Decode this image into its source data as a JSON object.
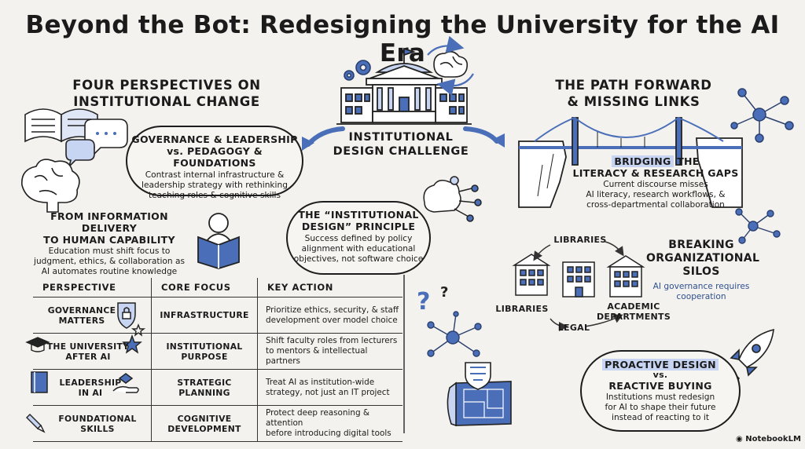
{
  "title": "Beyond the Bot: Redesigning the University for the AI Era",
  "left_header": {
    "line1": "FOUR PERSPECTIVES ON",
    "line2": "INSTITUTIONAL CHANGE"
  },
  "right_header": {
    "line1": "THE PATH FORWARD",
    "line2": "& MISSING LINKS"
  },
  "center": {
    "line1": "INSTITUTIONAL",
    "line2": "DESIGN CHALLENGE"
  },
  "governance_cloud": {
    "title1": "GOVERNANCE & LEADERSHIP",
    "title2": "vs. PEDAGOGY & FOUNDATIONS",
    "body1": "Contrast internal infrastructure &",
    "body2": "leadership strategy with rethinking",
    "body3": "teaching roles & cognitive skills"
  },
  "info_delivery": {
    "title1": "FROM INFORMATION DELIVERY",
    "title2": "TO HUMAN CAPABILITY",
    "body1": "Education must shift focus to",
    "body2": "judgment, ethics, & collaboration as",
    "body3": "AI automates routine knowledge"
  },
  "principle_cloud": {
    "title1": "THE “INSTITUTIONAL",
    "title2": "DESIGN” PRINCIPLE",
    "body1": "Success defined by policy",
    "body2": "alignment with educational",
    "body3": "objectives, not software choice"
  },
  "bridging": {
    "title_hl": "BRIDGING",
    "title_rest": " THE",
    "title2": "LITERACY & RESEARCH GAPS",
    "body1": "Current discourse misses",
    "body2": "AI literacy, research workflows, &",
    "body3": "cross-departmental collaboration"
  },
  "silos": {
    "title1": "BREAKING",
    "title2": "ORGANIZATIONAL",
    "title3": "SILOS",
    "body1": "AI governance requires",
    "body2": "cooperation"
  },
  "cycle": {
    "top": "LIBRARIES",
    "left": "LIBRARIES",
    "right1": "ACADEMIC",
    "right2": "DEPARTMENTS",
    "bottom": "LEGAL"
  },
  "proactive": {
    "title_hl": "PROACTIVE DESIGN",
    "vs": "vs.",
    "title2": "REACTIVE BUYING",
    "body1": "Institutions must redesign",
    "body2": "for AI to shape their future",
    "body3": "instead of reacting to it"
  },
  "table": {
    "headers": [
      "PERSPECTIVE",
      "CORE FOCUS",
      "KEY ACTION"
    ],
    "rows": [
      {
        "p1": "GOVERNANCE",
        "p2": "MATTERS",
        "f1": "INFRASTRUCTURE",
        "f2": "",
        "a1": "Prioritize ethics, security, & staff",
        "a2": "development over model choice"
      },
      {
        "p1": "THE UNIVERSITY",
        "p2": "AFTER AI",
        "f1": "INSTITUTIONAL",
        "f2": "PURPOSE",
        "a1": "Shift faculty roles from lecturers",
        "a2": "to mentors & intellectual partners"
      },
      {
        "p1": "LEADERSHIP",
        "p2": "IN AI",
        "f1": "STRATEGIC",
        "f2": "PLANNING",
        "a1": "Treat AI as institution-wide",
        "a2": "strategy, not just an IT project"
      },
      {
        "p1": "FOUNDATIONAL",
        "p2": "SKILLS",
        "f1": "COGNITIVE",
        "f2": "DEVELOPMENT",
        "a1": "Protect deep reasoning & attention",
        "a2": "before introducing digital tools"
      }
    ]
  },
  "watermark": "NotebookLM",
  "colors": {
    "accent": "#4a6fb8",
    "highlight": "#c7d4f2",
    "ink": "#1b1b1b"
  }
}
